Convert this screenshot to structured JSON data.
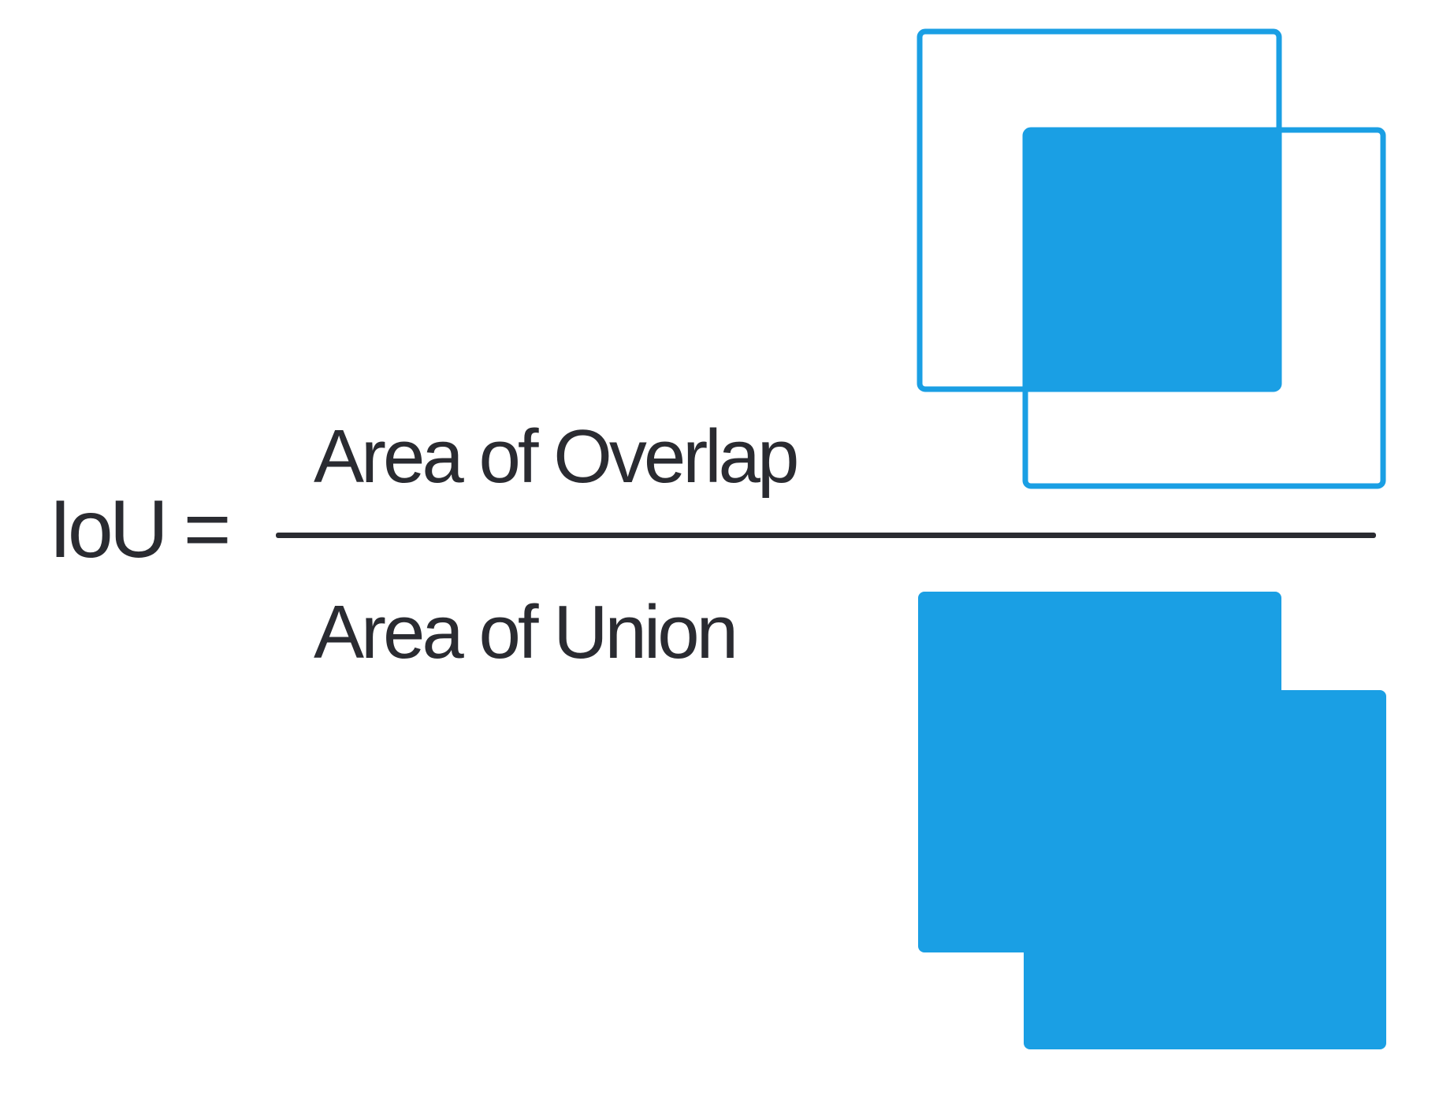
{
  "formula": {
    "lhs": "IoU =",
    "numerator": "Area of Overlap",
    "denominator": "Area of Union"
  },
  "colors": {
    "box": "#1a9fe4",
    "text": "#2a2b31"
  }
}
